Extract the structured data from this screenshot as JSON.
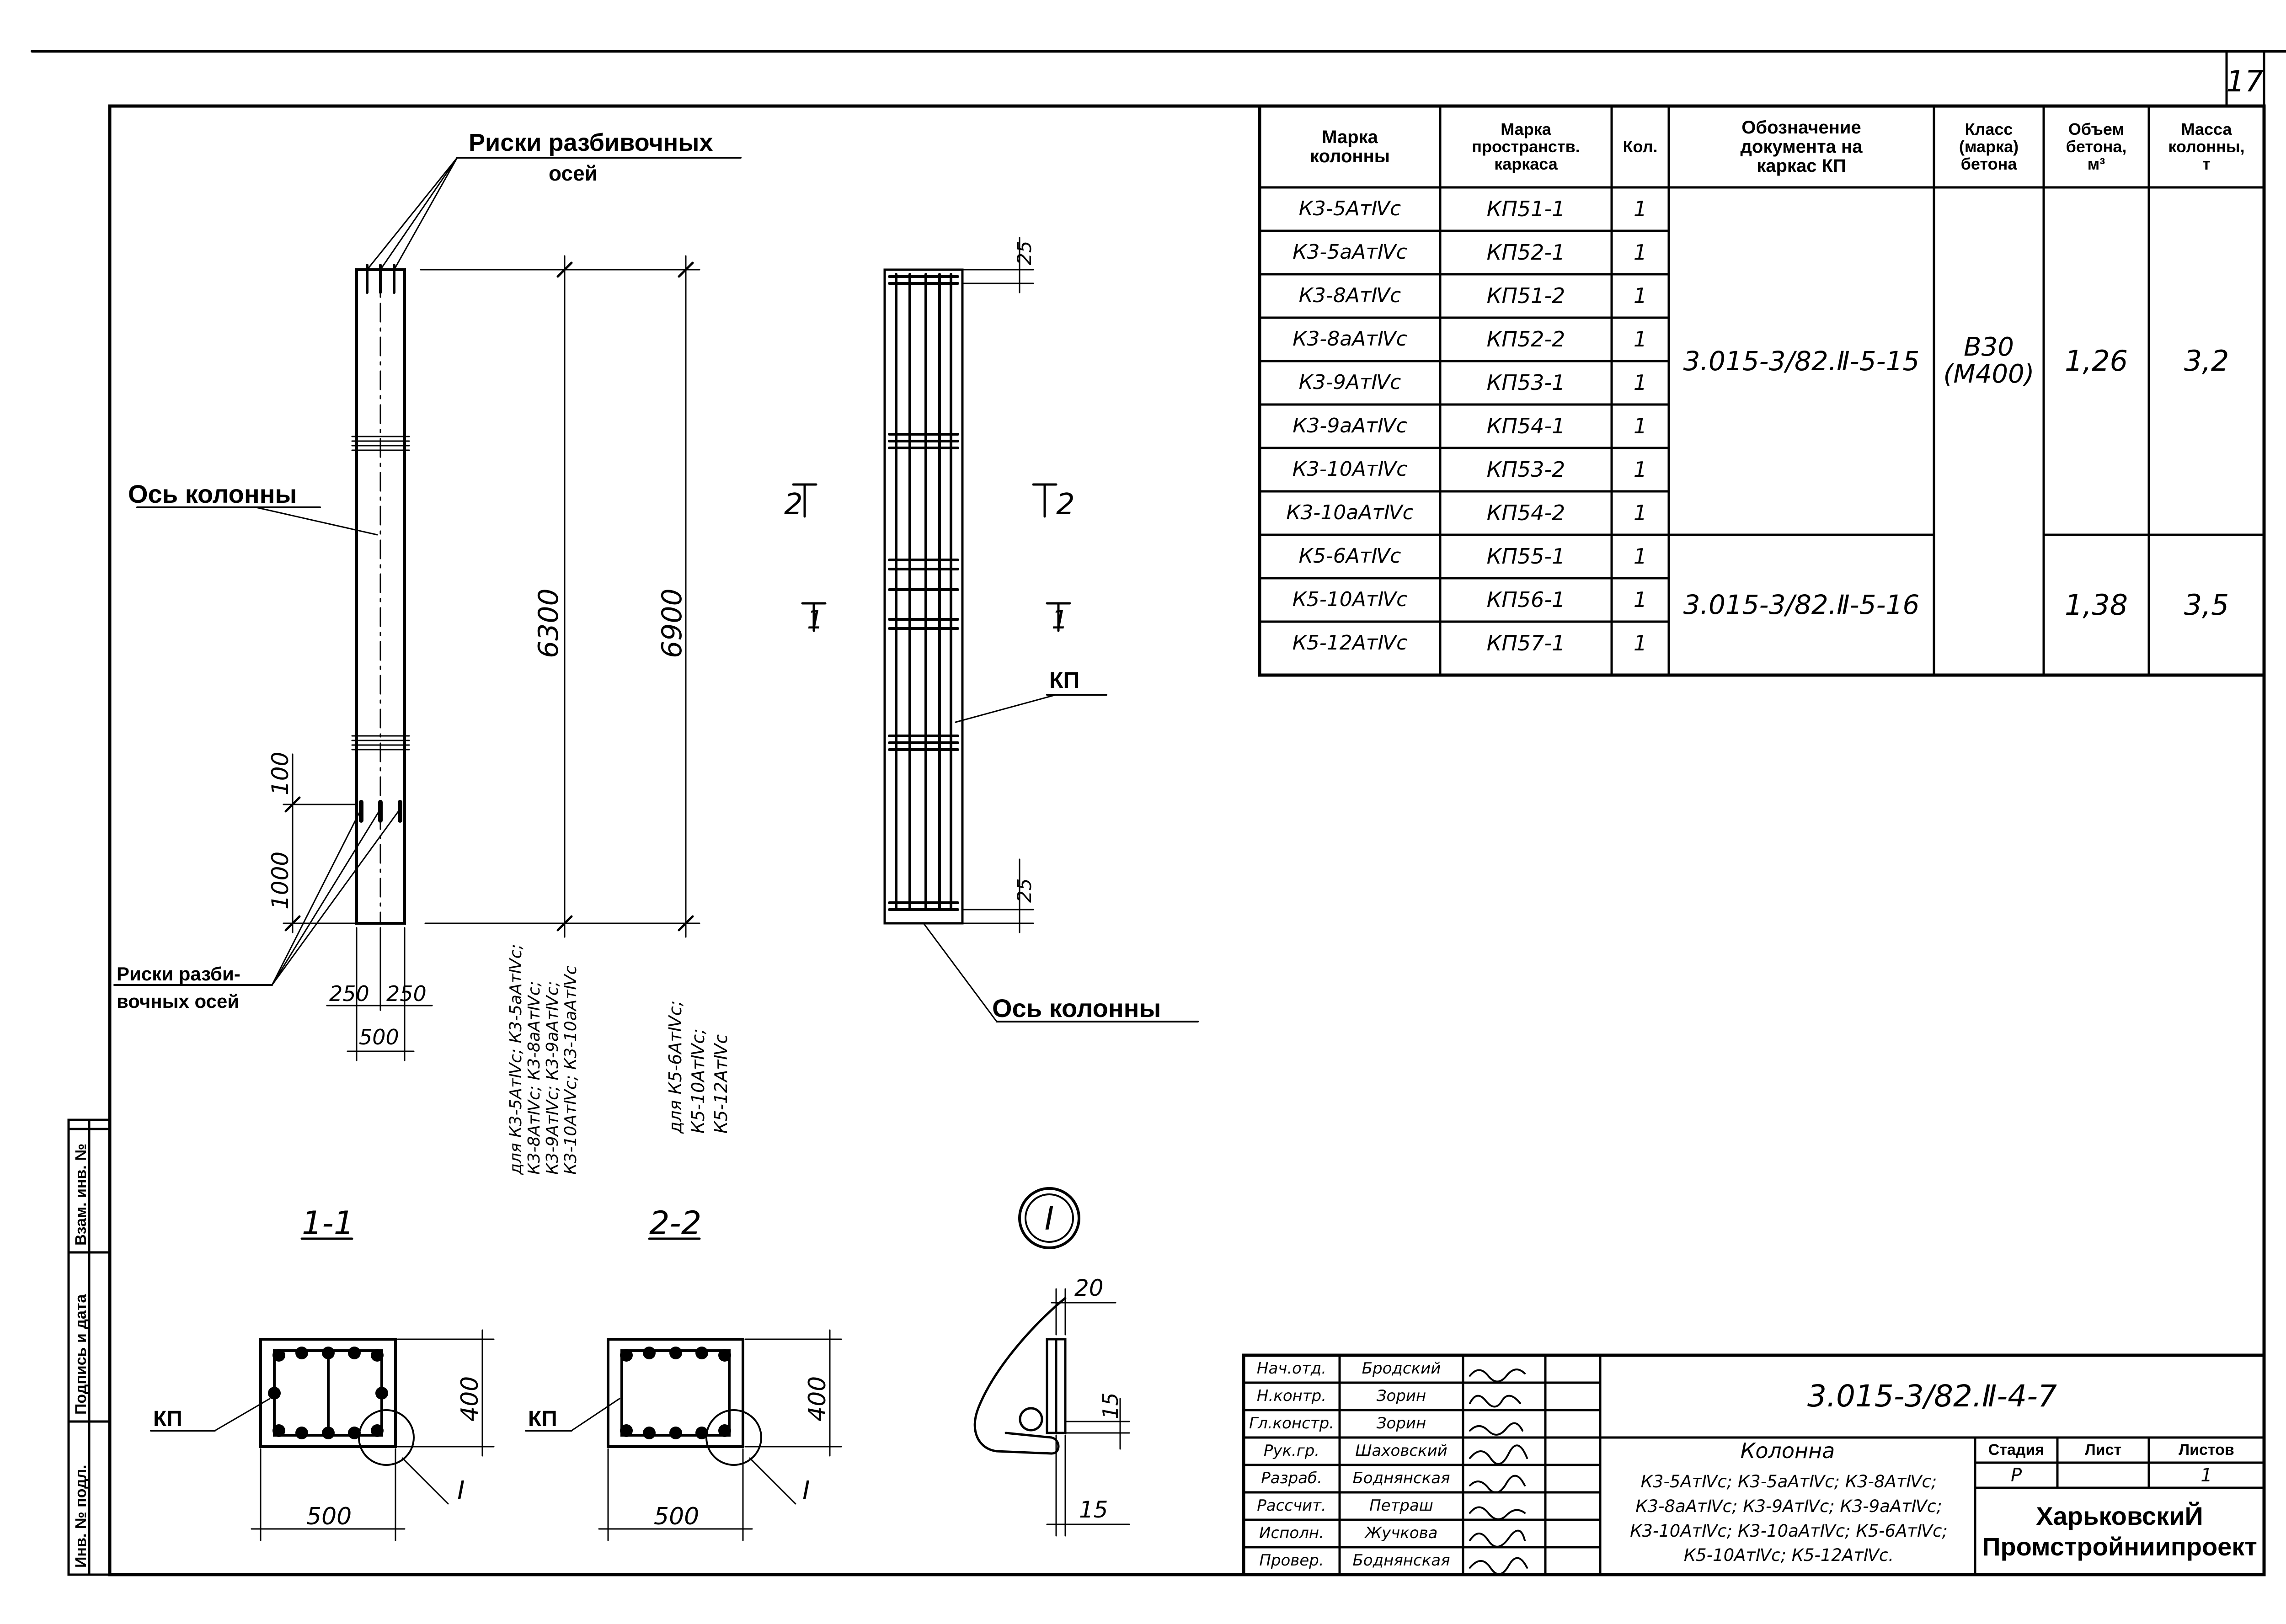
{
  "sheet": {
    "page_number": "17",
    "drawing_code": "3.015-3/82.Ⅱ-4-7",
    "title": "Колонна",
    "title_marks": "К3-5АтⅣс; К3-5аАтⅣс; К3-8АтⅣс;\nК3-8аАтⅣс; К3-9АтⅣс; К3-9аАтⅣс;\nК3-10АтⅣс; К3-10аАтⅣс; К5-6АтⅣс;\nК5-10АтⅣс; К5-12АтⅣс.",
    "stage_label": "Стадия",
    "sheet_label": "Лист",
    "sheets_label": "Листов",
    "stage_value": "Р",
    "sheets_value": "1",
    "organization": "ХарьковскиЙ\nПромстройниипроект"
  },
  "side_stamp": [
    "Инв. № подл.",
    "Подпись и дата",
    "Взам. инв. №"
  ],
  "signatures": [
    {
      "role": "Нач.отд.",
      "name": "Бродский"
    },
    {
      "role": "Н.контр.",
      "name": "Зорин"
    },
    {
      "role": "Гл.констр.",
      "name": "Зорин"
    },
    {
      "role": "Рук.гр.",
      "name": "Шаховский"
    },
    {
      "role": "Разраб.",
      "name": "Боднянская"
    },
    {
      "role": "Рассчит.",
      "name": "Петраш"
    },
    {
      "role": "Исполн.",
      "name": "Жучкова"
    },
    {
      "role": "Провер.",
      "name": "Боднянская"
    }
  ],
  "spec_table": {
    "headers": [
      "Марка\nколонны",
      "Марка\nпространств.\nкаркаса",
      "Кол.",
      "Обозначение\nдокумента на\nкаркас КП",
      "Класс\n(марка)\nбетона",
      "Объем\nбетона,\nм³",
      "Масса\nколонны,\nт"
    ],
    "rows": [
      {
        "mark": "К3-5АтⅣс",
        "frame": "КП51-1",
        "qty": "1"
      },
      {
        "mark": "К3-5аАтⅣс",
        "frame": "КП52-1",
        "qty": "1"
      },
      {
        "mark": "К3-8АтⅣс",
        "frame": "КП51-2",
        "qty": "1"
      },
      {
        "mark": "К3-8аАтⅣс",
        "frame": "КП52-2",
        "qty": "1"
      },
      {
        "mark": "К3-9АтⅣс",
        "frame": "КП53-1",
        "qty": "1"
      },
      {
        "mark": "К3-9аАтⅣс",
        "frame": "КП54-1",
        "qty": "1"
      },
      {
        "mark": "К3-10АтⅣс",
        "frame": "КП53-2",
        "qty": "1"
      },
      {
        "mark": "К3-10аАтⅣс",
        "frame": "КП54-2",
        "qty": "1"
      },
      {
        "mark": "К5-6АтⅣс",
        "frame": "КП55-1",
        "qty": "1"
      },
      {
        "mark": "К5-10АтⅣс",
        "frame": "КП56-1",
        "qty": "1"
      },
      {
        "mark": "К5-12АтⅣс",
        "frame": "КП57-1",
        "qty": "1"
      }
    ],
    "doc_group1": "3.015-3/82.Ⅱ-5-15",
    "doc_group2": "3.015-3/82.Ⅱ-5-16",
    "concrete": "В30\n(М400)",
    "volume_group1": "1,26",
    "mass_group1": "3,2",
    "volume_group2": "1,38",
    "mass_group2": "3,5"
  },
  "labels": {
    "marks_top": "Риски разбивочных",
    "marks_top2": "осей",
    "column_axis": "Ось колонны",
    "column_axis2": "Ось колонны",
    "marks_bottom1": "Риски разби-",
    "marks_bottom2": "вочных осей",
    "kp": "КП",
    "kp_s1": "КП",
    "kp_s2": "КП",
    "section_1_1": "1-1",
    "section_2_2": "2-2",
    "node_mark": "Ⅰ",
    "node_ref1": "Ⅰ",
    "node_ref2": "Ⅰ",
    "cut_2_left": "2",
    "cut_2_right": "2",
    "cut_1_left": "1",
    "cut_1_right": "1",
    "note_a1": "для К3-5АтⅣс; К3-5аАтⅣс;",
    "note_a2": "К3-8АтⅣс; К3-8аАтⅣс;",
    "note_a3": "К3-9АтⅣс; К3-9аАтⅣс;",
    "note_a4": "К3-10АтⅣс; К3-10аАтⅣс",
    "note_b1": "для К5-6АтⅣс;",
    "note_b2": "К5-10АтⅣс;",
    "note_b3": "К5-12АтⅣс"
  },
  "dims": {
    "d6300": "6300",
    "d6900": "6900",
    "d100": "100",
    "d1000": "1000",
    "d250a": "250",
    "d250b": "250",
    "d500": "500",
    "d25a": "25",
    "d25b": "25",
    "s1_400": "400",
    "s1_500": "500",
    "s2_400": "400",
    "s2_500": "500",
    "n_20": "20",
    "n_15a": "15",
    "n_15b": "15"
  }
}
